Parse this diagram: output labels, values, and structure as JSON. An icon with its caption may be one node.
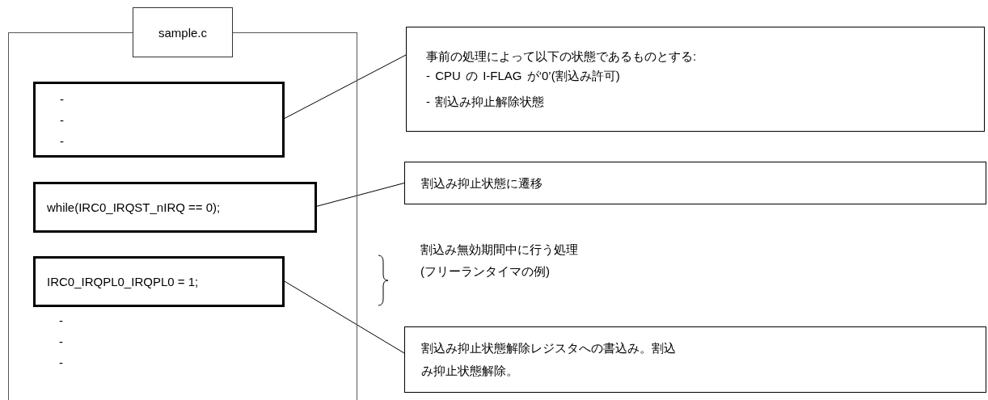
{
  "diagram": {
    "nodes": [
      {
        "text": [
          "sample.c"
        ]
      },
      {
        "text": [
          "- - -"
        ],
        "in": 0
      },
      {
        "text": [
          "while(IRC0_IRQST_nIRQ == 0);"
        ],
        "in": 0
      },
      {
        "text": [
          "IRC0_IRQPL0_IRQPL0 = 1;"
        ],
        "in": 0
      },
      {
        "text": [
          "事前の処理によって以下の状態であるものとする:",
          "- CPU の I-FLAG が‘0’(割込み許可)",
          "- 割込み抑止解除状態"
        ]
      },
      {
        "text": [
          "割込み抑止状態に遷移"
        ]
      },
      {
        "text": [
          "割込み抑止状態解除レジスタへの書込み。割込み抑止状態解除。"
        ]
      }
    ],
    "edges": [
      {
        "from": 1,
        "to": 4,
        "arrow": "none"
      },
      {
        "from": 2,
        "to": 5,
        "arrow": "none"
      },
      {
        "from": 3,
        "to": 6,
        "arrow": "none"
      }
    ],
    "labels": [
      "割込み無効期間中に行う処理",
      "(フリーランタイマの例)",
      "-",
      "-",
      "-"
    ]
  }
}
